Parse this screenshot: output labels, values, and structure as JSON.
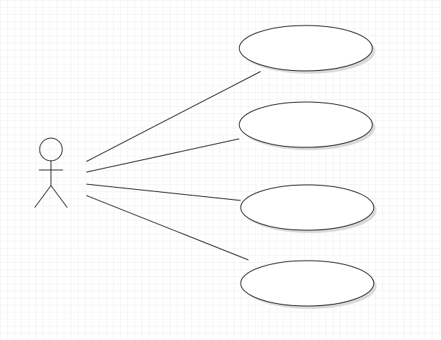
{
  "canvas": {
    "grid": true,
    "grid_color": "#e8e8e8",
    "background": "#ffffff"
  },
  "diagram": {
    "type": "use-case",
    "stroke_color": "#000000",
    "shadow_color": "#d9d9d9",
    "actors": [
      {
        "label": ""
      }
    ],
    "use_cases": [
      {
        "label": ""
      },
      {
        "label": ""
      },
      {
        "label": ""
      },
      {
        "label": ""
      }
    ],
    "associations": [
      {
        "from": "actor-0",
        "to": "use-case-0"
      },
      {
        "from": "actor-0",
        "to": "use-case-1"
      },
      {
        "from": "actor-0",
        "to": "use-case-2"
      },
      {
        "from": "actor-0",
        "to": "use-case-3"
      }
    ]
  }
}
